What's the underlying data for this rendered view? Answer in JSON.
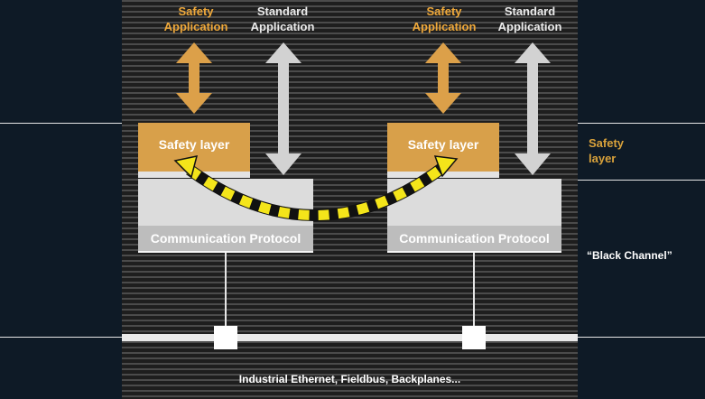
{
  "top_labels": {
    "safety_application": [
      "Safety",
      "Application"
    ],
    "standard_application": [
      "Standard",
      "Application"
    ]
  },
  "boxes": {
    "safety_layer": "Safety layer",
    "communication_protocol": "Communication Protocol"
  },
  "side_labels": {
    "safety_layer": [
      "Safety",
      "layer"
    ],
    "black_channel": "“Black Channel”"
  },
  "bus_label": "Industrial Ethernet, Fieldbus, Backplanes...",
  "colors": {
    "safety_orange": "#d8a04a",
    "channel_yellow": "#f4e51a",
    "channel_black": "#111111",
    "standard_gray": "#d2d2d2"
  },
  "icons": {
    "vertical_double_arrow": "vertical-double-arrow-icon",
    "curved_arrow": "curved-arrow-icon"
  }
}
